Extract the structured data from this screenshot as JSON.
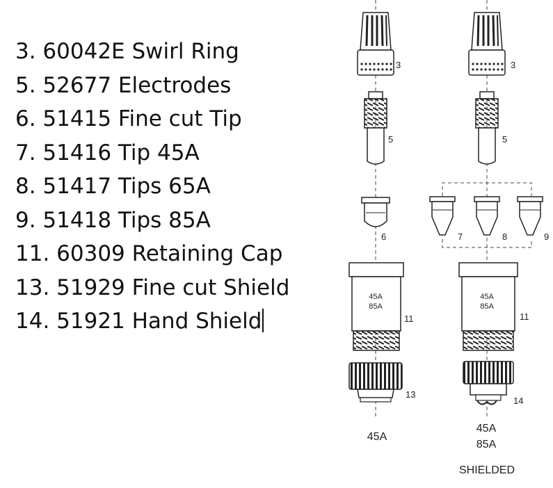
{
  "parts_list": [
    "3. 60042E Swirl Ring",
    "5. 52677 Electrodes",
    "6. 51415 Fine cut Tip",
    "7. 51416 Tip 45A",
    "8. 51417 Tips 65A",
    "9. 51418 Tips 85A",
    "11. 60309 Retaining Cap",
    "13. 51929 Fine cut Shield",
    "14. 51921 Hand Shield"
  ],
  "diagram": {
    "left": {
      "callouts": {
        "swirl_ring": "3",
        "electrode": "5",
        "tip": "6",
        "cap": "11",
        "shield": "13"
      },
      "cap_text": [
        "45A",
        "85A"
      ],
      "caption": [
        "45A"
      ]
    },
    "right": {
      "callouts": {
        "swirl_ring": "3",
        "electrode": "5",
        "tip_a": "7",
        "tip_b": "8",
        "tip_c": "9",
        "cap": "11",
        "shield": "14"
      },
      "cap_text": [
        "45A",
        "85A"
      ],
      "caption": [
        "45A",
        "85A"
      ],
      "title": "SHIELDED"
    }
  }
}
